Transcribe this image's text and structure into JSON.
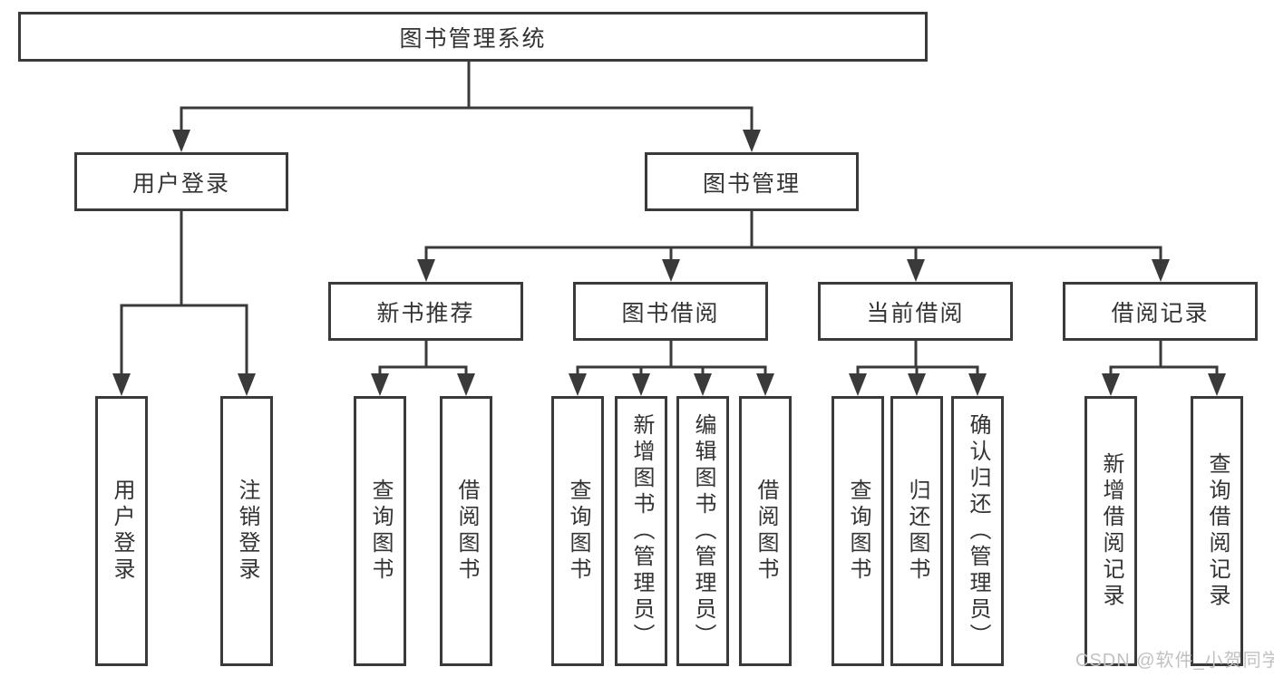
{
  "title": "图书管理系统",
  "watermark": "CSDN @软件_小贺同学",
  "colors": {
    "line": "#3a3a3a",
    "text": "#333333",
    "background": "#ffffff",
    "watermark": "#c3c0c0"
  },
  "tree": {
    "root": {
      "label": "图书管理系统",
      "children": [
        {
          "label": "用户登录",
          "children": [
            {
              "label": "用户登录"
            },
            {
              "label": "注销登录"
            }
          ]
        },
        {
          "label": "图书管理",
          "children": [
            {
              "label": "新书推荐",
              "children": [
                {
                  "label": "查询图书"
                },
                {
                  "label": "借阅图书"
                }
              ]
            },
            {
              "label": "图书借阅",
              "children": [
                {
                  "label": "查询图书"
                },
                {
                  "label": "新增图书（管理员）"
                },
                {
                  "label": "编辑图书（管理员）"
                },
                {
                  "label": "借阅图书"
                }
              ]
            },
            {
              "label": "当前借阅",
              "children": [
                {
                  "label": "查询图书"
                },
                {
                  "label": "归还图书"
                },
                {
                  "label": "确认归还（管理员）"
                }
              ]
            },
            {
              "label": "借阅记录",
              "children": [
                {
                  "label": "新增借阅记录"
                },
                {
                  "label": "查询借阅记录"
                }
              ]
            }
          ]
        }
      ]
    }
  }
}
